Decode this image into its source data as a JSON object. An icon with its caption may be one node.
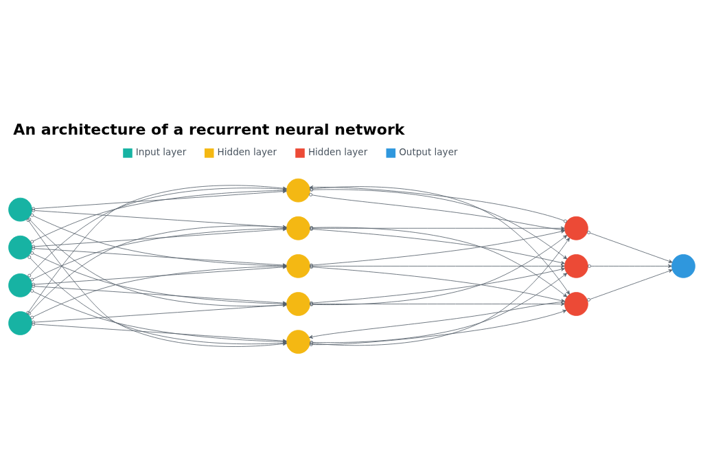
{
  "diagram": {
    "title": "An architecture of a recurrent neural network",
    "nodes": [
      {
        "text": [],
        "shape": "circle"
      },
      {
        "text": [],
        "shape": "circle"
      },
      {
        "text": [],
        "shape": "circle"
      },
      {
        "text": [],
        "shape": "circle"
      },
      {
        "text": [],
        "shape": "circle"
      },
      {
        "text": [],
        "shape": "circle"
      },
      {
        "text": [],
        "shape": "circle"
      },
      {
        "text": [],
        "shape": "circle"
      },
      {
        "text": [],
        "shape": "circle"
      },
      {
        "text": [],
        "shape": "circle"
      },
      {
        "text": [],
        "shape": "circle"
      },
      {
        "text": [],
        "shape": "circle"
      },
      {
        "text": [],
        "shape": "circle"
      }
    ],
    "edges": [
      {
        "from": 0,
        "to": 4,
        "arrow": "to"
      },
      {
        "from": 0,
        "to": 5,
        "arrow": "to"
      },
      {
        "from": 0,
        "to": 6,
        "arrow": "to"
      },
      {
        "from": 0,
        "to": 7,
        "arrow": "to"
      },
      {
        "from": 0,
        "to": 8,
        "arrow": "to"
      },
      {
        "from": 1,
        "to": 4,
        "arrow": "to"
      },
      {
        "from": 1,
        "to": 5,
        "arrow": "to"
      },
      {
        "from": 1,
        "to": 6,
        "arrow": "to"
      },
      {
        "from": 1,
        "to": 7,
        "arrow": "to"
      },
      {
        "from": 1,
        "to": 8,
        "arrow": "to"
      },
      {
        "from": 2,
        "to": 4,
        "arrow": "to"
      },
      {
        "from": 2,
        "to": 5,
        "arrow": "to"
      },
      {
        "from": 2,
        "to": 6,
        "arrow": "to"
      },
      {
        "from": 2,
        "to": 7,
        "arrow": "to"
      },
      {
        "from": 2,
        "to": 8,
        "arrow": "to"
      },
      {
        "from": 3,
        "to": 4,
        "arrow": "to"
      },
      {
        "from": 3,
        "to": 5,
        "arrow": "to"
      },
      {
        "from": 3,
        "to": 6,
        "arrow": "to"
      },
      {
        "from": 3,
        "to": 7,
        "arrow": "to"
      },
      {
        "from": 3,
        "to": 8,
        "arrow": "to"
      },
      {
        "from": 4,
        "to": 9,
        "arrow": "to"
      },
      {
        "from": 4,
        "to": 10,
        "arrow": "to"
      },
      {
        "from": 4,
        "to": 11,
        "arrow": "to"
      },
      {
        "from": 5,
        "to": 9,
        "arrow": "to"
      },
      {
        "from": 5,
        "to": 10,
        "arrow": "to"
      },
      {
        "from": 5,
        "to": 11,
        "arrow": "to"
      },
      {
        "from": 6,
        "to": 9,
        "arrow": "to"
      },
      {
        "from": 6,
        "to": 10,
        "arrow": "to"
      },
      {
        "from": 6,
        "to": 11,
        "arrow": "to"
      },
      {
        "from": 7,
        "to": 9,
        "arrow": "to"
      },
      {
        "from": 7,
        "to": 10,
        "arrow": "to"
      },
      {
        "from": 7,
        "to": 11,
        "arrow": "to"
      },
      {
        "from": 8,
        "to": 9,
        "arrow": "to"
      },
      {
        "from": 8,
        "to": 10,
        "arrow": "to"
      },
      {
        "from": 8,
        "to": 11,
        "arrow": "to"
      },
      {
        "from": 9,
        "to": 12,
        "arrow": "to"
      },
      {
        "from": 10,
        "to": 12,
        "arrow": "to"
      },
      {
        "from": 11,
        "to": 12,
        "arrow": "to"
      },
      {
        "from": 9,
        "to": 4,
        "arrow": "to"
      },
      {
        "from": 11,
        "to": 8,
        "arrow": "to"
      }
    ],
    "legend": [
      {
        "text": "Input layer",
        "color": "#17b3a3"
      },
      {
        "text": "Hidden layer",
        "color": "#f4b813"
      },
      {
        "text": "Hidden layer",
        "color": "#ec4a36"
      },
      {
        "text": "Output layer",
        "color": "#2f97dd"
      }
    ]
  }
}
